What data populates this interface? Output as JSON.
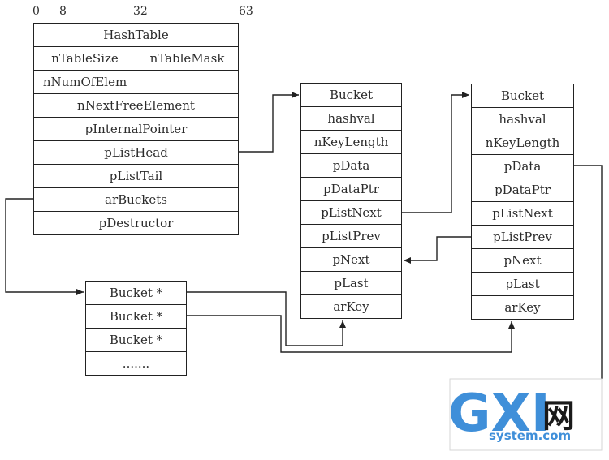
{
  "bit_labels": [
    "0",
    "8",
    "32",
    "63"
  ],
  "hashtable": {
    "title": "HashTable",
    "n_table_size": "nTableSize",
    "n_table_mask": "nTableMask",
    "n_num_of_elem": "nNumOfElem",
    "n_next_free_element": "nNextFreeElement",
    "p_internal_pointer": "pInternalPointer",
    "p_list_head": "pListHead",
    "p_list_tail": "pListTail",
    "ar_buckets": "arBuckets",
    "p_destructor": "pDestructor"
  },
  "bucket_array": [
    "Bucket *",
    "Bucket *",
    "Bucket *",
    "......."
  ],
  "bucket1": [
    "Bucket",
    "hashval",
    "nKeyLength",
    "pData",
    "pDataPtr",
    "pListNext",
    "pListPrev",
    "pNext",
    "pLast",
    "arKey"
  ],
  "bucket2": [
    "Bucket",
    "hashval",
    "nKeyLength",
    "pData",
    "pDataPtr",
    "pListNext",
    "pListPrev",
    "pNext",
    "pLast",
    "arKey"
  ],
  "watermark": {
    "logo": "GXI",
    "cn": "网",
    "url": "system.com"
  },
  "colors": {
    "line": "#222222",
    "text": "#2b2b2b",
    "watermark_blue": "#3f8fd9"
  }
}
